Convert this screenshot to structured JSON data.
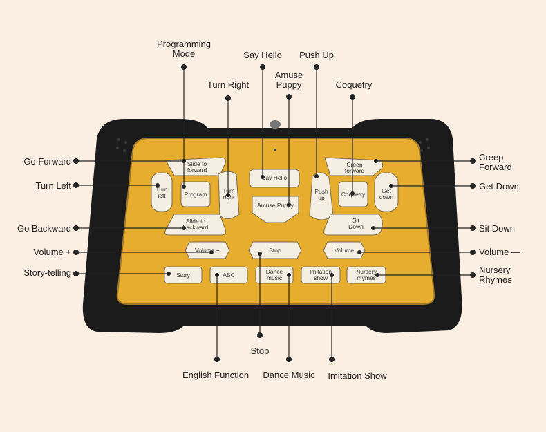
{
  "callouts": {
    "programming_mode": "Programming\nMode",
    "say_hello": "Say Hello",
    "push_up": "Push Up",
    "amuse_puppy": "Amuse\nPuppy",
    "turn_right": "Turn Right",
    "coquetry": "Coquetry",
    "go_forward": "Go Forward",
    "turn_left": "Turn Left",
    "go_backward": "Go Backward",
    "volume_plus": "Volume +",
    "story_telling": "Story-telling",
    "creep_forward": "Creep\nForward",
    "get_down": "Get Down",
    "sit_down": "Sit Down",
    "volume_minus": "Volume —",
    "nursery_rhymes": "Nursery\nRhymes",
    "stop": "Stop",
    "english_function": "English Function",
    "dance_music": "Dance Music",
    "imitation_show": "Imitation Show"
  },
  "buttons": {
    "slide_forward": "Slide to\nforward",
    "turn_left": "Turn\nleft",
    "program": "Program",
    "turn_right": "Turn\nright",
    "slide_backward": "Slide to\nbackward",
    "say_hello": "Say Hello",
    "amuse_puppy": "Amuse Puppy",
    "push_up": "Push\nup",
    "creep_forward": "Creep\nforward",
    "coquetry": "Coquetry",
    "get_down": "Get\ndown",
    "sit_down": "Sit\nDown",
    "volume_plus": "Volume +",
    "stop": "Stop",
    "volume": "Volume",
    "story": "Story",
    "abc": "ABC",
    "dance_music": "Dance\nmusic",
    "imitation_show": "Imitation\nshow",
    "nursery_rhymes": "Nursery\nrhymes"
  },
  "colors": {
    "background": "#fbeee2",
    "body": "#1b1b1b",
    "panel": "#e6ad2f",
    "panel_border": "#a07a2a",
    "button": "#f4efe2",
    "leader": "#222222"
  }
}
